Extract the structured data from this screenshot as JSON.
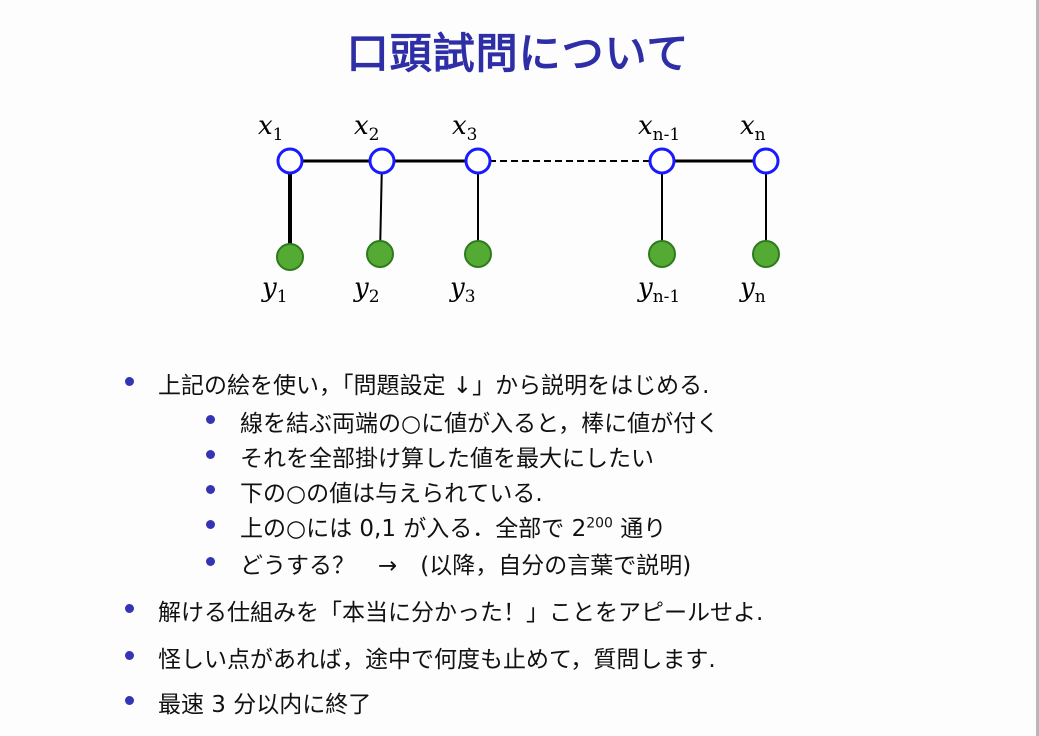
{
  "title": "口頭試問について",
  "diagram": {
    "top_nodes": [
      "x",
      "x",
      "x",
      "x",
      "x"
    ],
    "top_subs": [
      "1",
      "2",
      "3",
      "n-1",
      "n"
    ],
    "bottom_nodes": [
      "y",
      "y",
      "y",
      "y",
      "y"
    ],
    "bottom_subs": [
      "1",
      "2",
      "3",
      "n-1",
      "n"
    ],
    "colors": {
      "top_stroke": "#1a1aff",
      "bottom_fill": "#55aa33",
      "bottom_stroke": "#2e7a1e",
      "edge": "#000000"
    }
  },
  "bullets": [
    {
      "level": 1,
      "text": "上記の絵を使い，「問題設定 ↓」から説明をはじめる."
    },
    {
      "level": 2,
      "text": "線を結ぶ両端の○に値が入ると，棒に値が付く"
    },
    {
      "level": 2,
      "text": "それを全部掛け算した値を最大にしたい"
    },
    {
      "level": 2,
      "text": "下の○の値は与えられている."
    },
    {
      "level": 2,
      "text_before": "上の○には 0,1 が入る．全部で 2",
      "sup": "200",
      "text_after": " 通り"
    },
    {
      "level": 2,
      "text": "どうする？　→　(以降，自分の言葉で説明)"
    },
    {
      "level": 1,
      "text": "解ける仕組みを「本当に分かった！」ことをアピールせよ."
    },
    {
      "level": 1,
      "text": "怪しい点があれば，途中で何度も止めて，質問します."
    },
    {
      "level": 1,
      "text": "最速 3 分以内に終了"
    }
  ]
}
